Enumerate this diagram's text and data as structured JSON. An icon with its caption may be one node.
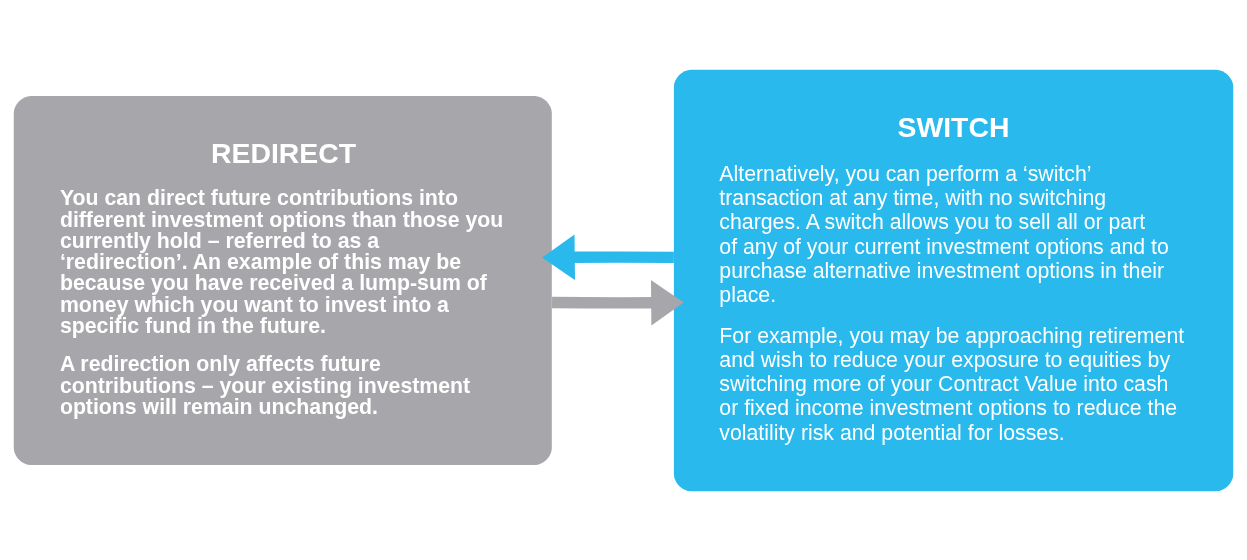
{
  "diagram": {
    "nodes": [
      {
        "text": [
          "REDIRECT",
          "You can direct future contributions into different investment options than those you currently hold – referred to as a ‘redirection’. An example of this may be because you have received a lump-sum of money which you want to invest into a specific fund in the future.",
          "A redirection only affects future contributions – your existing investment options will remain unchanged."
        ]
      },
      {
        "text": [
          "SWITCH",
          "Alternatively, you can perform a ‘switch’ transaction at any time, with no switching charges. A switch allows you to sell all or part of any of your current investment options and to purchase alternative investment options in their place.",
          "For example, you may be approaching retirement and wish to reduce your exposure to equities by switching more of your Contract Value into cash or fixed income investment options to reduce the volatility risk and potential for losses."
        ]
      }
    ],
    "edges": [
      {
        "from": 0,
        "to": 1,
        "arrow": "to",
        "color": "#a7a6aa"
      },
      {
        "from": 1,
        "to": 0,
        "arrow": "to",
        "color": "#29b9ec"
      }
    ]
  }
}
